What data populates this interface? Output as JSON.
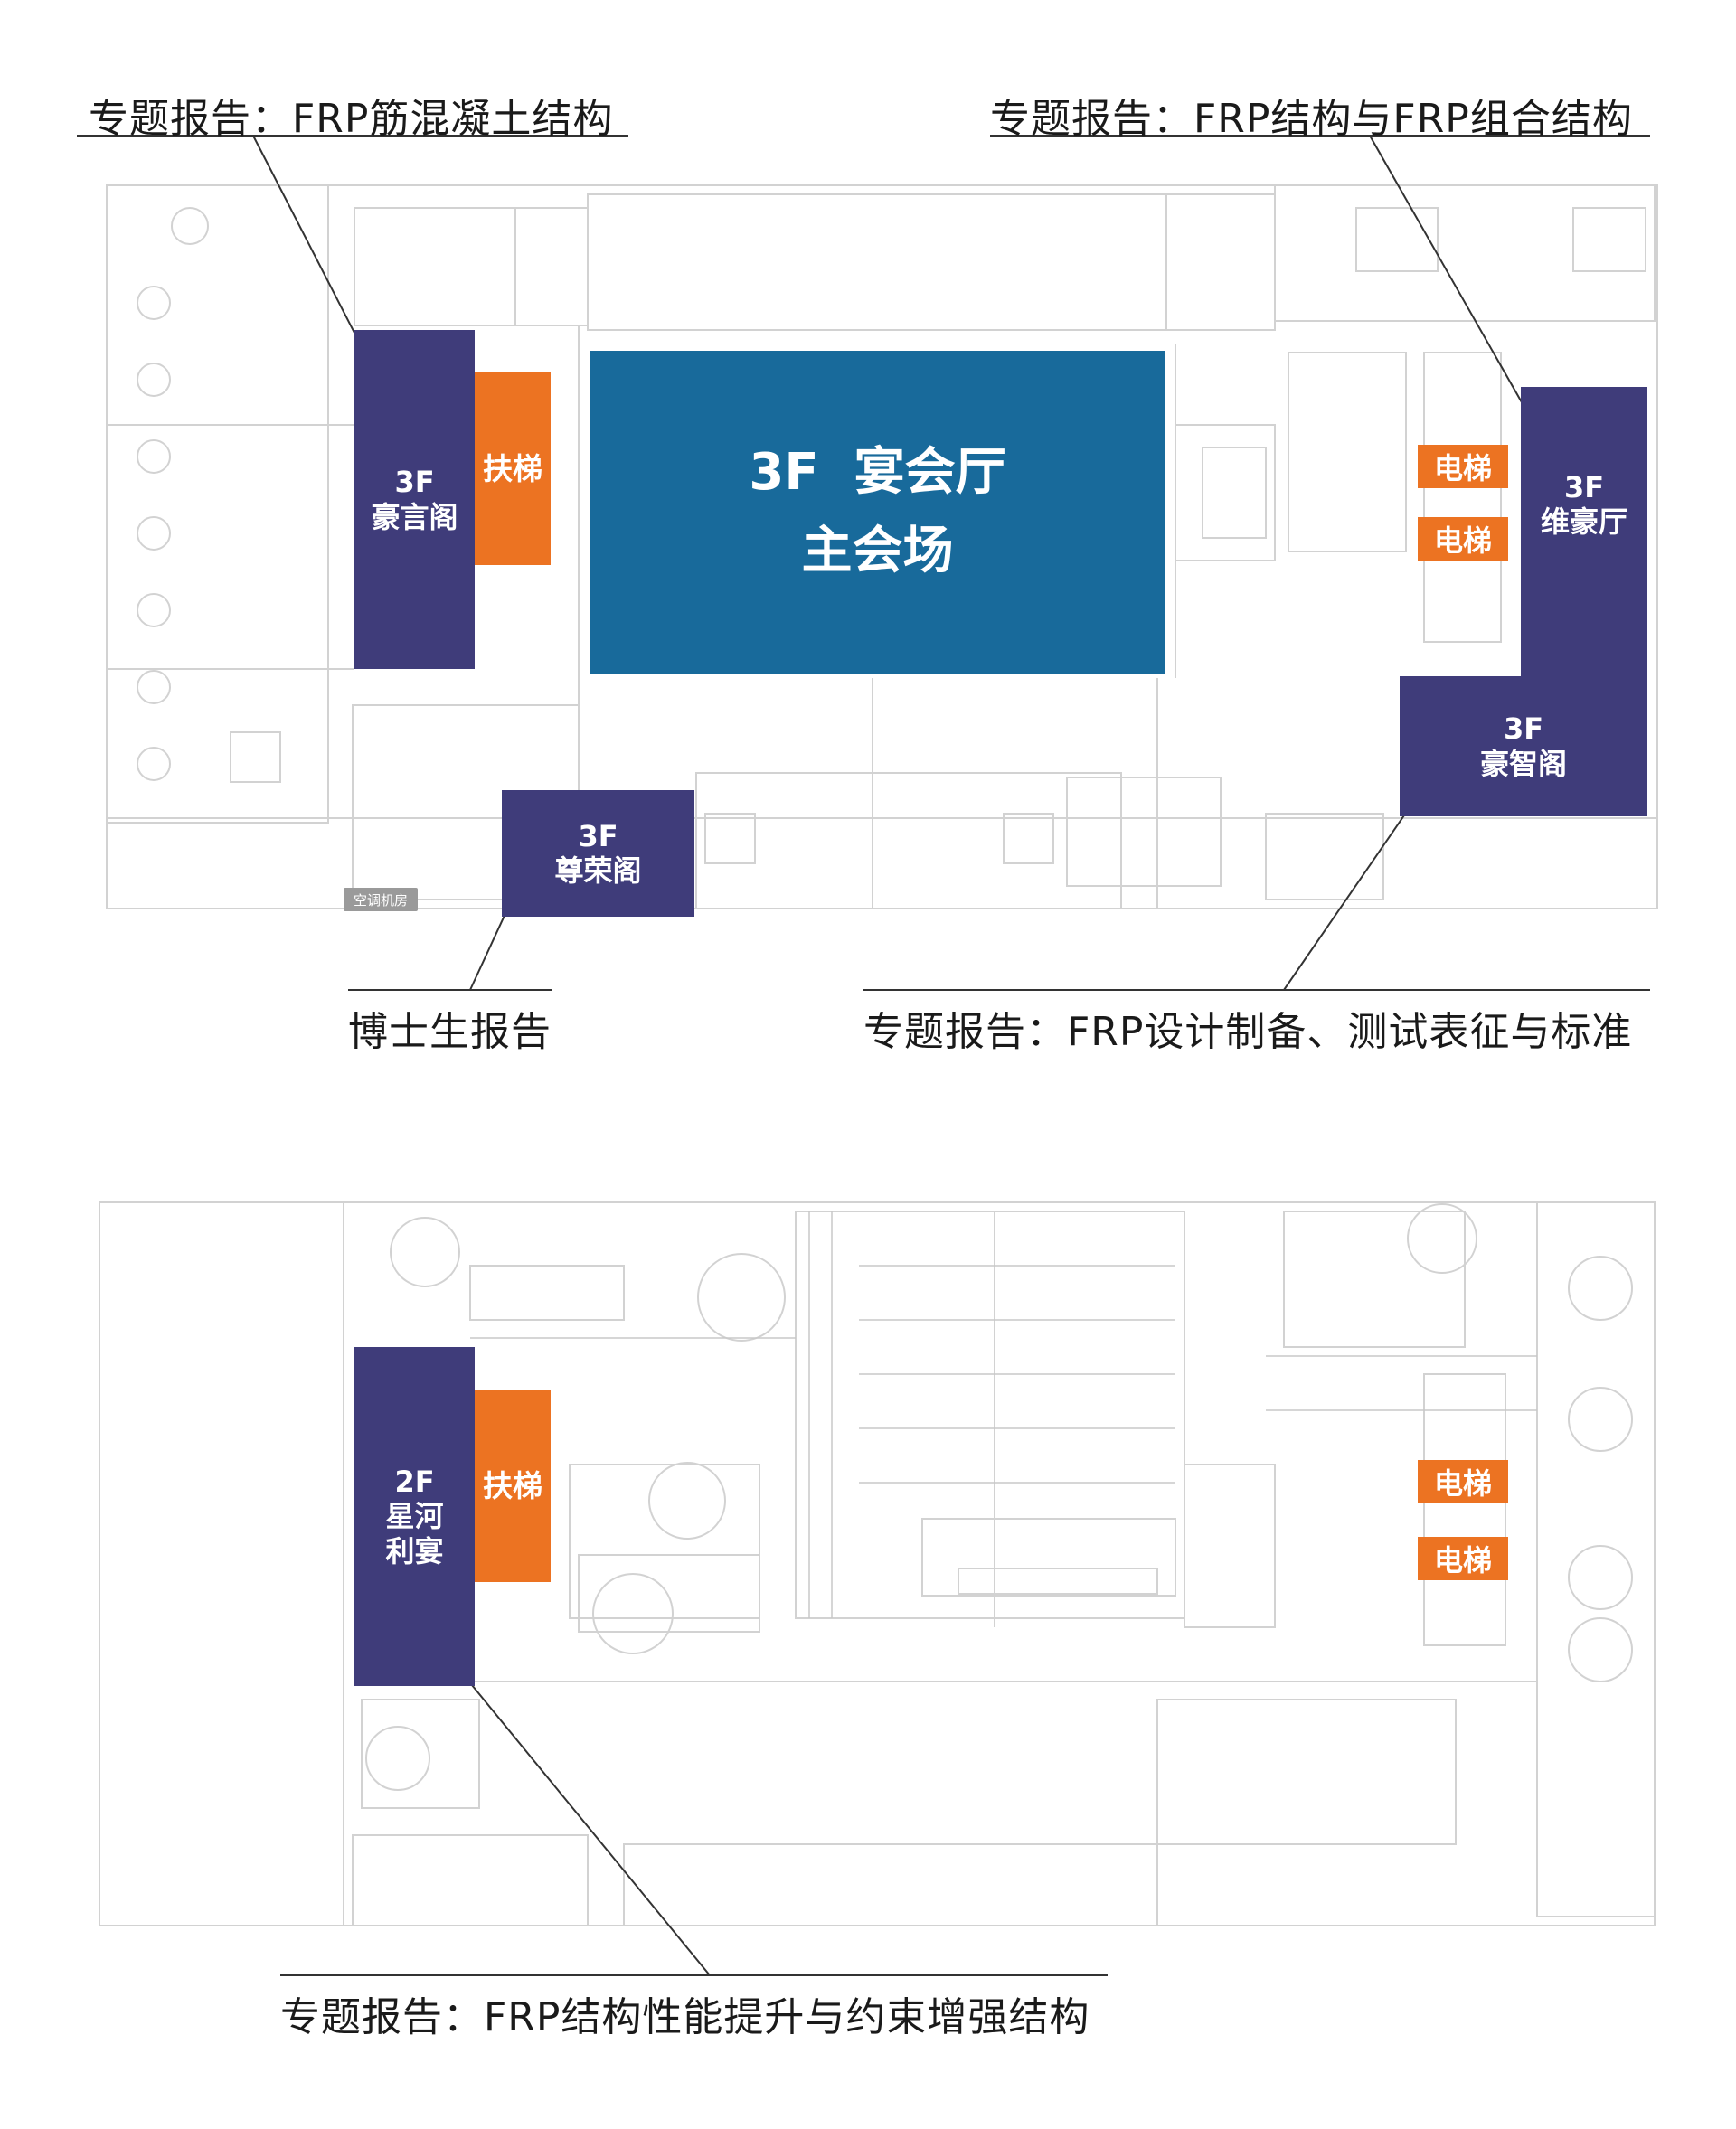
{
  "floor3": {
    "label_top_left": "专题报告：FRP筋混凝土结构",
    "label_top_right": "专题报告：FRP结构与FRP组合结构",
    "label_bottom_left": "博士生报告",
    "label_bottom_right": "专题报告：FRP设计制备、测试表征与标准",
    "main_hall": {
      "line1": "3F  宴会厅",
      "line2": "主会场"
    },
    "rooms": [
      {
        "floor": "3F",
        "name": "豪言阁"
      },
      {
        "floor": "3F",
        "name": "维豪厅"
      },
      {
        "floor": "3F",
        "name": "豪智阁"
      },
      {
        "floor": "3F",
        "name": "尊荣阁"
      }
    ],
    "escalator": "扶梯",
    "elevator_1": "电梯",
    "elevator_2": "电梯",
    "ac_room": "空调机房"
  },
  "floor2": {
    "label_bottom": "专题报告：FRP结构性能提升与约束增强结构",
    "room": {
      "floor": "2F",
      "name_line1": "星河",
      "name_line2": "利宴"
    },
    "escalator": "扶梯",
    "elevator_1": "电梯",
    "elevator_2": "电梯"
  },
  "colors": {
    "navy": "#3f3c7a",
    "orange": "#ec7322",
    "teal": "#186a9b",
    "leader_line": "#333333"
  }
}
